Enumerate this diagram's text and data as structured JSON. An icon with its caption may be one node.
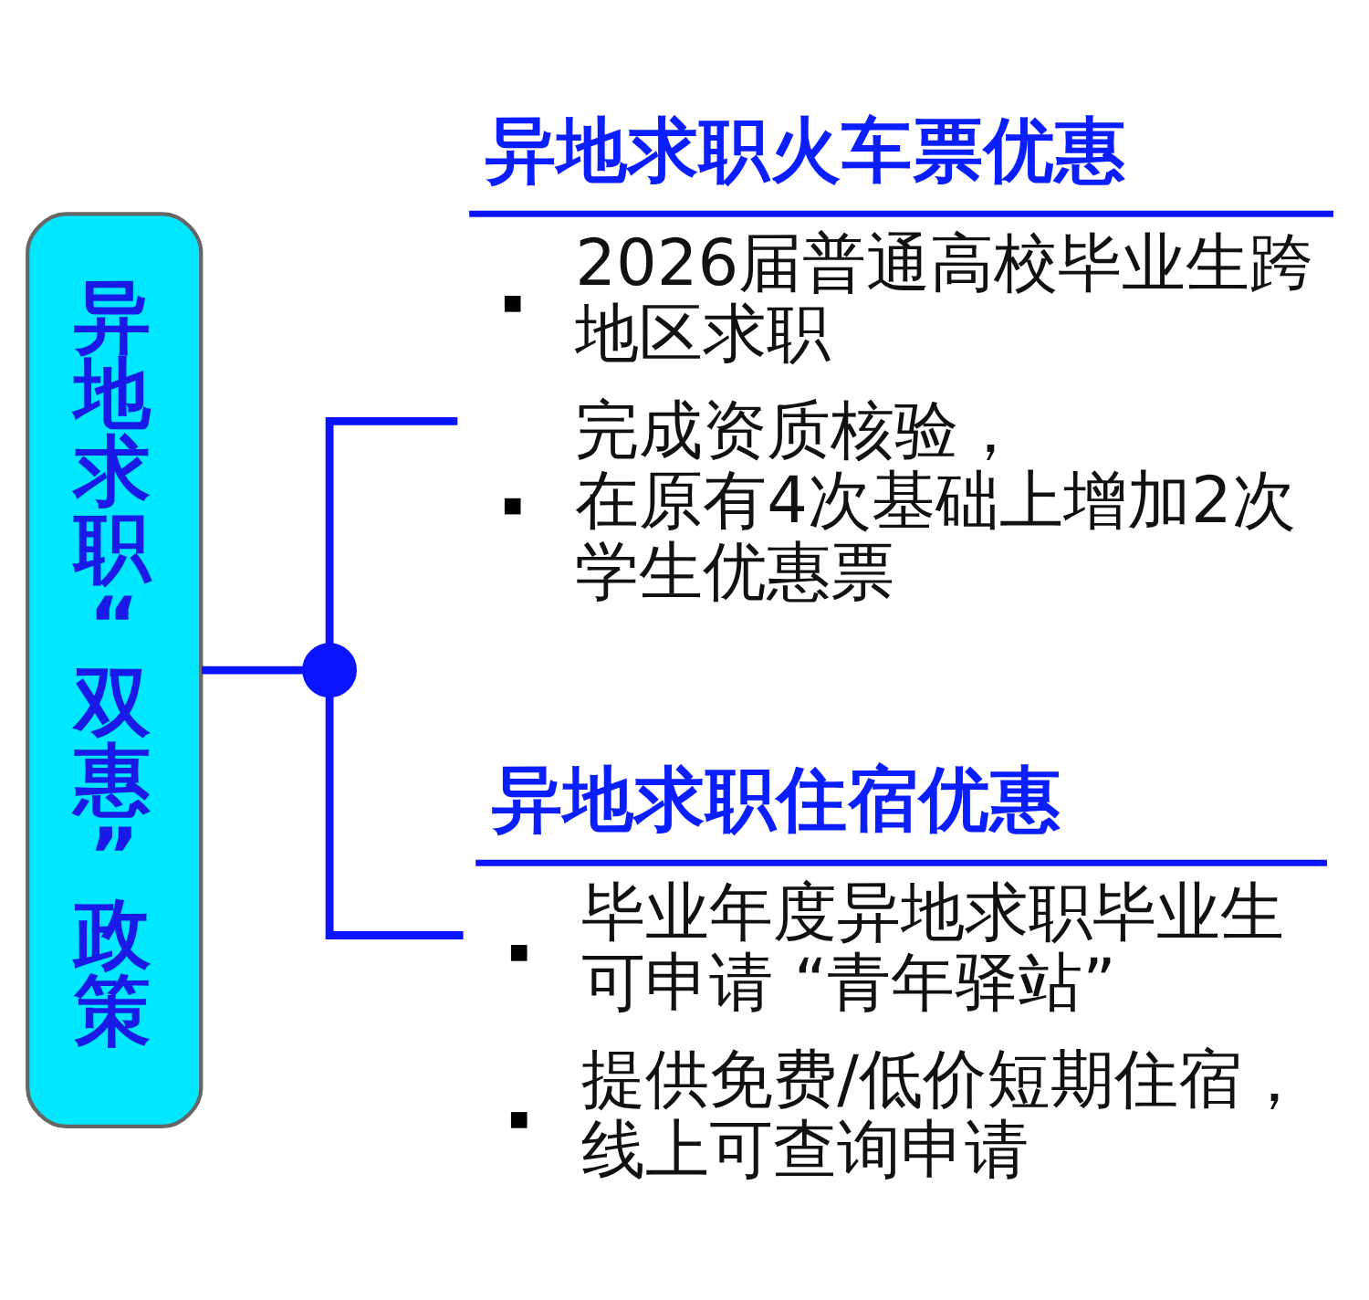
{
  "diagram": {
    "nodes": [
      {
        "text": [
          "异地求职“双惠”政策"
        ]
      },
      {
        "text": [],
        "shape": "circle"
      },
      {
        "text": [
          "异地求职火车票优惠",
          "2026届普通高校毕业生跨地区求职",
          "完成资质核验，在原有4次基础上增加2次学生优惠票"
        ]
      },
      {
        "text": [
          "异地求职住宿优惠",
          "毕业年度异地求职毕业生可申请 “青年驿站”",
          "提供免费/低价短期住宿，线上可查询申请"
        ]
      }
    ],
    "edges": [
      {
        "from": 0,
        "to": 1,
        "arrow": "none"
      },
      {
        "from": 1,
        "to": 2,
        "arrow": "none"
      },
      {
        "from": 1,
        "to": 3,
        "arrow": "none"
      }
    ]
  }
}
